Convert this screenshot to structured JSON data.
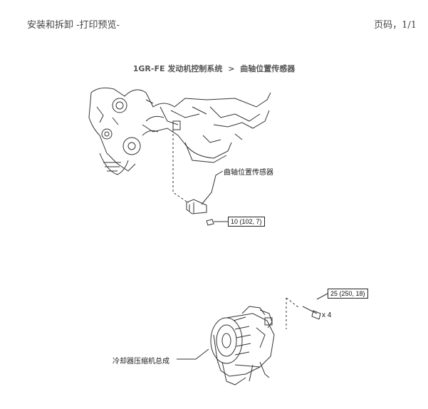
{
  "header": {
    "left": "安装和拆卸 -打印预览-",
    "right": "页码，1/1"
  },
  "breadcrumb": {
    "section": "1GR-FE",
    "system": "发动机控制系统",
    "separator": ">",
    "page": "曲轴位置传感器"
  },
  "callouts": {
    "crank_sensor": "曲轴位置传感器",
    "crank_torque": "10 (102, 7)",
    "compressor": "冷却器压缩机总成",
    "compressor_torque": "25 (250, 18)",
    "bolt_qty": "x 4"
  }
}
